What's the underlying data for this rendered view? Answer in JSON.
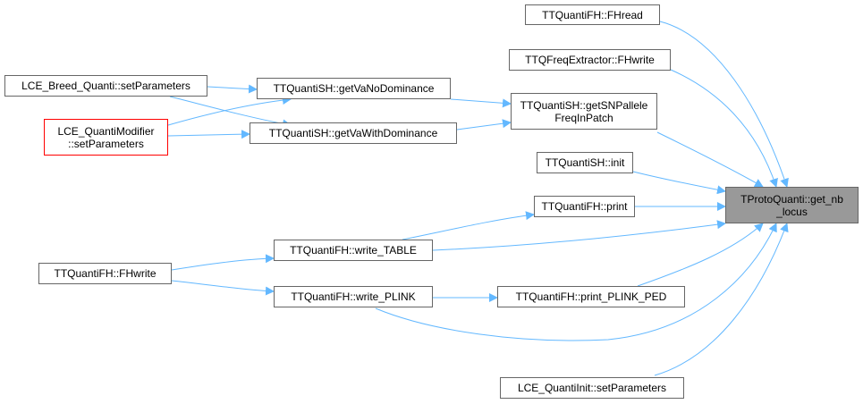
{
  "edge_color": "#63b8ff",
  "node_border_color": "#666666",
  "highlight_fill": "#999999",
  "truncated_node_border": "#ff0000",
  "nodes": {
    "root": {
      "line1": "TProtoQuanti::get_nb",
      "line2": "_locus"
    },
    "fhread": {
      "line1": "TTQuantiFH::FHread"
    },
    "freq_fhwrite": {
      "line1": "TTQFreqExtractor::FHwrite"
    },
    "getsnp": {
      "line1": "TTQuantiSH::getSNPallele",
      "line2": "FreqInPatch"
    },
    "sh_init": {
      "line1": "TTQuantiSH::init"
    },
    "fh_print": {
      "line1": "TTQuantiFH::print"
    },
    "print_plink_ped": {
      "line1": "TTQuantiFH::print_PLINK_PED"
    },
    "init_setparams": {
      "line1": "LCE_QuantiInit::setParameters"
    },
    "get_va_nodom": {
      "line1": "TTQuantiSH::getVaNoDominance"
    },
    "get_va_withdom": {
      "line1": "TTQuantiSH::getVaWithDominance"
    },
    "write_table": {
      "line1": "TTQuantiFH::write_TABLE"
    },
    "write_plink": {
      "line1": "TTQuantiFH::write_PLINK"
    },
    "breed_setparams": {
      "line1": "LCE_Breed_Quanti::setParameters"
    },
    "modifier_setparams": {
      "line1": "LCE_QuantiModifier",
      "line2": "::setParameters"
    },
    "fh_fhwrite": {
      "line1": "TTQuantiFH::FHwrite"
    }
  }
}
